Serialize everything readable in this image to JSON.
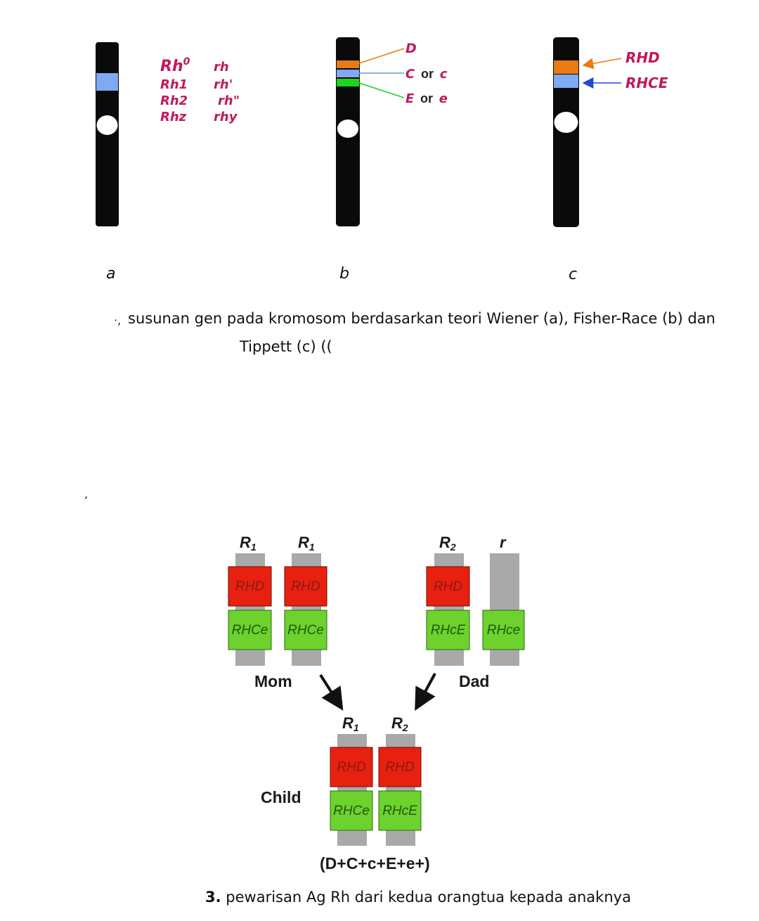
{
  "panel_a": {
    "letter": "a",
    "wiener_left": [
      "Rh",
      "Rh1",
      "Rh2",
      "Rhz"
    ],
    "wiener_left_sup": "0",
    "wiener_right": [
      "rh",
      "rh'",
      "rh\"",
      "rhy"
    ]
  },
  "panel_b": {
    "letter": "b",
    "labels": [
      "D",
      "C",
      "or",
      "c",
      "E",
      "or",
      "e"
    ]
  },
  "panel_c": {
    "letter": "c",
    "labels": [
      "RHD",
      "RHCE"
    ]
  },
  "caption1": {
    "line1": "susunan gen pada kromosom berdasarkan teori Wiener (a), Fisher-Race (b) dan",
    "line2": "Tippett (c) (("
  },
  "inheritance": {
    "mom_label": "Mom",
    "dad_label": "Dad",
    "child_label": "Child",
    "mom_haplotypes": [
      "R1",
      "R1"
    ],
    "dad_haplotypes": [
      "R2",
      "r"
    ],
    "child_haplotypes": [
      "R1",
      "R2"
    ],
    "genes_mom": [
      [
        "RHD",
        "RHCe"
      ],
      [
        "RHD",
        "RHCe"
      ]
    ],
    "genes_dad": [
      [
        "RHD",
        "RHcE"
      ],
      [
        "",
        "RHce"
      ]
    ],
    "genes_child": [
      [
        "RHD",
        "RHCe"
      ],
      [
        "RHD",
        "RHcE"
      ]
    ],
    "phenotype": "(D+C+c+E+e+)"
  },
  "caption2": {
    "prefix": "3.",
    "text": "pewarisan Ag Rh dari kedua orangtua kepada anaknya"
  },
  "colors": {
    "chromosome": "#0a0a0a",
    "blue_band": "#7fa9f0",
    "orange_band": "#e87b13",
    "green_band": "#1ed31e",
    "magenta": "#c2185b",
    "rhd_box": "#e8200f",
    "rhce_box": "#6dd12e",
    "chromatid": "#a9a9a9"
  }
}
